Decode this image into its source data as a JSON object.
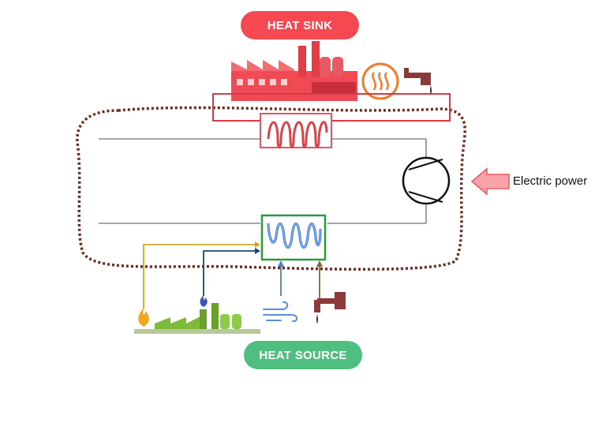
{
  "labels": {
    "heat_sink": "HEAT SINK",
    "heat_source": "HEAT SOURCE",
    "electric_power": "Electric power"
  },
  "colors": {
    "sink": "#f64850",
    "source": "#4fbf7f",
    "condenser_coil": "#d9434a",
    "evaporator_coil": "#2f6fd6",
    "evaporator_frame": "#2e9a3e",
    "boundary_dots": "#6b2f22",
    "power_arrow": "#f4777f",
    "pipe": "#888888",
    "flame": "#f2a81d",
    "faucet": "#8b3a3a",
    "factory_green": "#7fbb3a"
  },
  "icons": [
    "factory-icon",
    "heat-waves-icon",
    "faucet-icon",
    "compressor-icon",
    "flame-icon",
    "wind-icon",
    "gas-flame-icon"
  ]
}
